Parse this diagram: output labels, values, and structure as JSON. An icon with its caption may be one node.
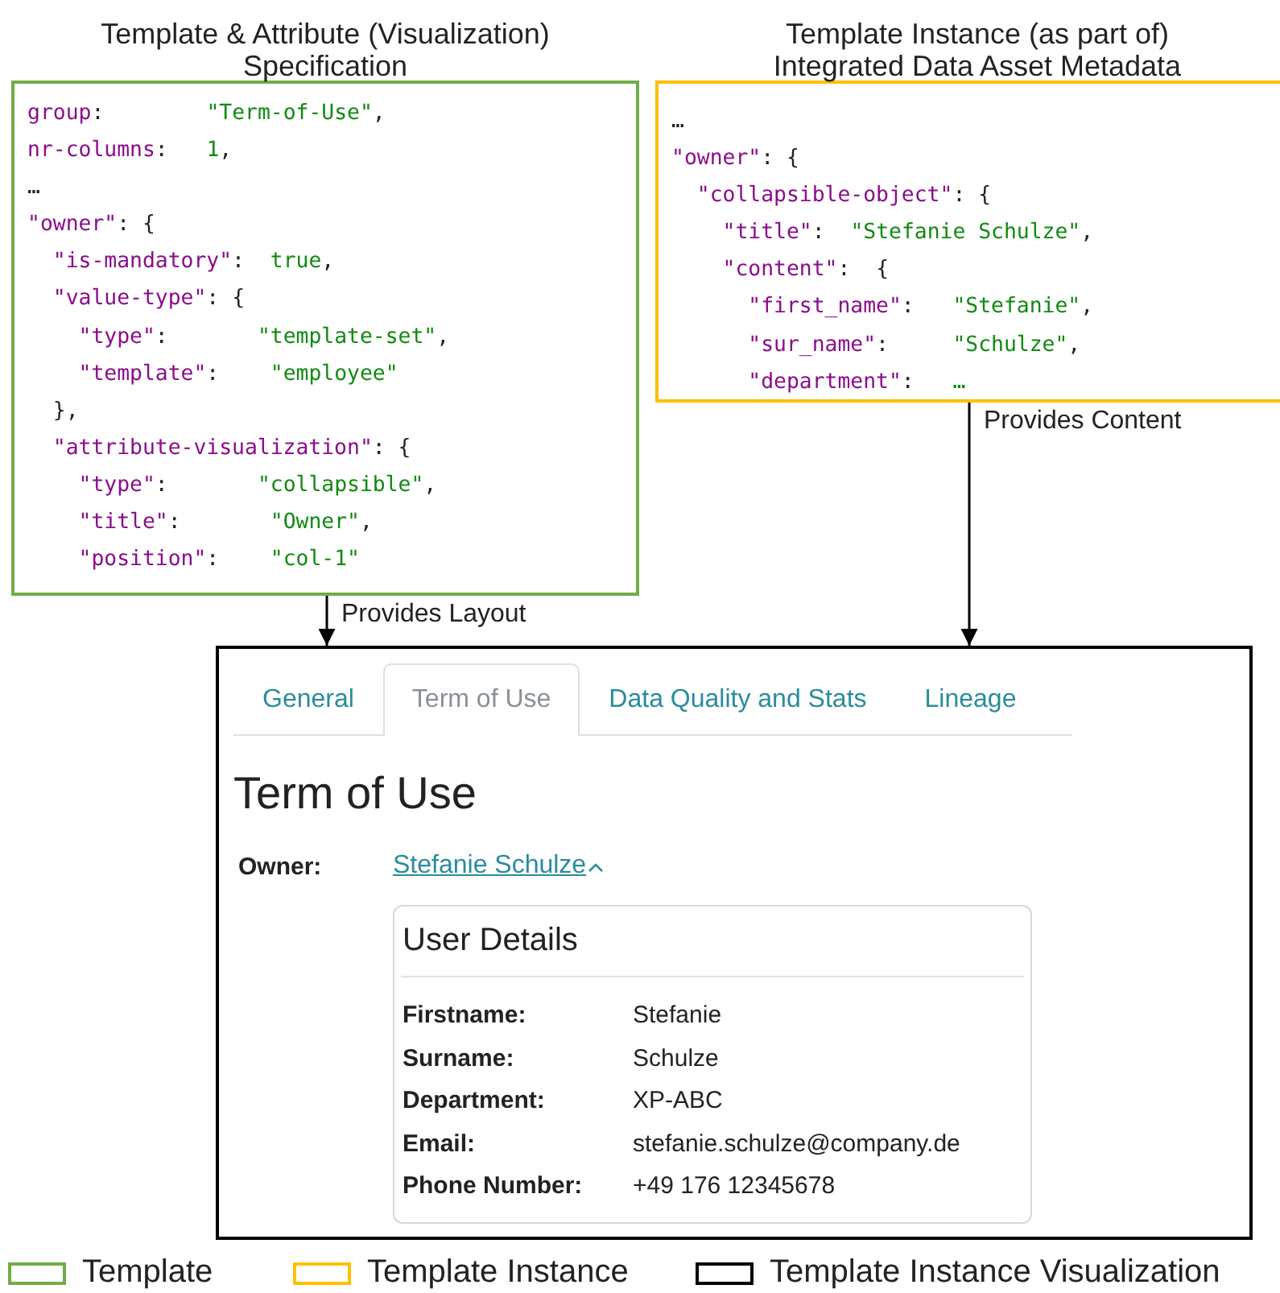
{
  "diagram": {
    "nodes": [
      {
        "text": [
          "Template & Attribute (Visualization) Specification",
          "group:        \"Term-of-Use\",",
          "nr-columns:   1,",
          "…",
          "\"owner\": {",
          "  \"is-mandatory\":  true,",
          "  \"value-type\": {",
          "    \"type\":       \"template-set\",",
          "    \"template\":    \"employee\"",
          "  },",
          "  \"attribute-visualization\": {",
          "    \"type\":       \"collapsible\",",
          "    \"title\":       \"Owner\",",
          "    \"position\":    \"col-1\""
        ]
      },
      {
        "text": [
          "Template Instance (as part of) Integrated Data Asset Metadata",
          "…",
          "\"owner\": {",
          "  \"collapsible-object\": {",
          "    \"title\":  \"Stefanie Schulze\",",
          "    \"content\":  {",
          "      \"first_name\":   \"Stefanie\",",
          "      \"sur_name\":     \"Schulze\",",
          "      \"department\":   …"
        ]
      },
      {
        "text": [
          "General",
          "Term of Use",
          "Data Quality and Stats",
          "Lineage",
          "Term of Use",
          "Owner:",
          "Stefanie Schulze"
        ]
      },
      {
        "text": [
          "User Details",
          "Firstname:",
          "Stefanie",
          "Surname:",
          "Schulze",
          "Department:",
          "XP-ABC",
          "Email:",
          "stefanie.schulze@company.de",
          "Phone Number:",
          "+49 176 12345678"
        ],
        "in": 2
      }
    ],
    "edges": [
      {
        "from": 0,
        "to": 2,
        "arrow": "to",
        "label": "Provides Layout"
      },
      {
        "from": 1,
        "to": 2,
        "arrow": "to",
        "label": "Provides Content"
      }
    ],
    "legend": [
      {
        "text": "Template",
        "color": "#70ad47"
      },
      {
        "text": "Template Instance",
        "color": "#ffc000"
      },
      {
        "text": "Template Instance Visualization",
        "color": "#000000"
      }
    ]
  }
}
